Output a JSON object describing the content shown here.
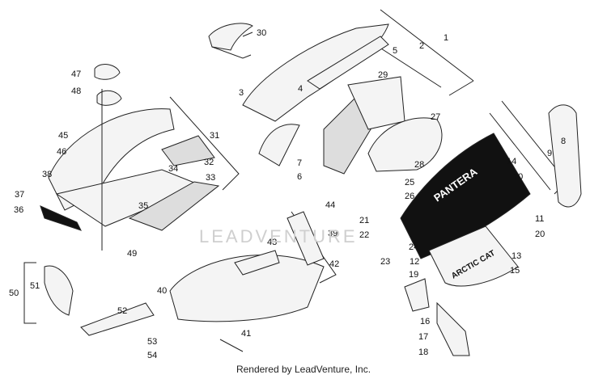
{
  "watermark": "LEADVENTURE",
  "footer": "Rendered by LeadVenture, Inc.",
  "callouts": [
    "1",
    "2",
    "3",
    "4",
    "5",
    "6",
    "7",
    "8",
    "9",
    "10",
    "11",
    "12",
    "13",
    "14",
    "15",
    "16",
    "17",
    "18",
    "19",
    "20",
    "21",
    "22",
    "23",
    "24",
    "25",
    "26",
    "27",
    "28",
    "29",
    "30",
    "31",
    "32",
    "33",
    "34",
    "35",
    "36",
    "37",
    "38",
    "39",
    "40",
    "41",
    "42",
    "43",
    "44",
    "45",
    "46",
    "47",
    "48",
    "49",
    "50",
    "51",
    "52",
    "53",
    "54"
  ],
  "decals": {
    "model": "PANTERA",
    "brand": "ARCTIC CAT"
  },
  "colors": {
    "line": "#222222",
    "fill_dark": "#111111",
    "fill_light": "#f4f4f4"
  }
}
